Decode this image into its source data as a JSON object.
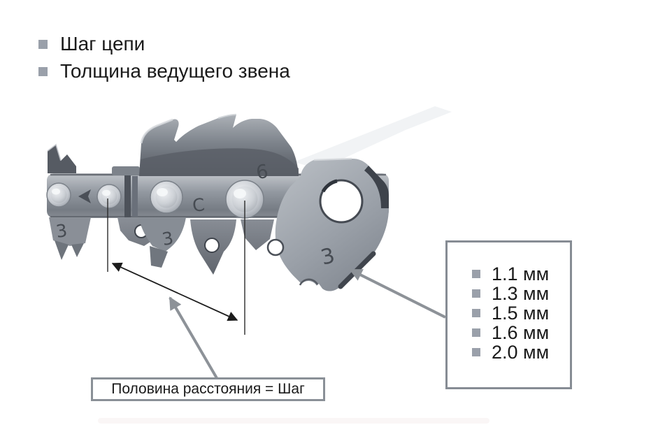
{
  "legend": {
    "items": [
      {
        "label": "Шаг цепи"
      },
      {
        "label": "Толщина ведущего звена"
      }
    ]
  },
  "gauge_box": {
    "items": [
      {
        "label": "1.1 мм"
      },
      {
        "label": "1.3 мм"
      },
      {
        "label": "1.5 мм"
      },
      {
        "label": "1.6 мм"
      },
      {
        "label": "2.0 мм"
      }
    ]
  },
  "pitch_note": {
    "label": "Половина расстояния = Шаг"
  },
  "chain": {
    "stamps": {
      "left_plate": "3",
      "cutter_lower": "3",
      "cutter_c": "C",
      "cutter_six": "6",
      "right_link": "3"
    }
  },
  "colors": {
    "bullet": "#9aa0aa",
    "box_border": "#868c94",
    "text": "#1a1a1a",
    "leader_gray": "#8d9298",
    "measure_black": "#1c1c1c"
  }
}
